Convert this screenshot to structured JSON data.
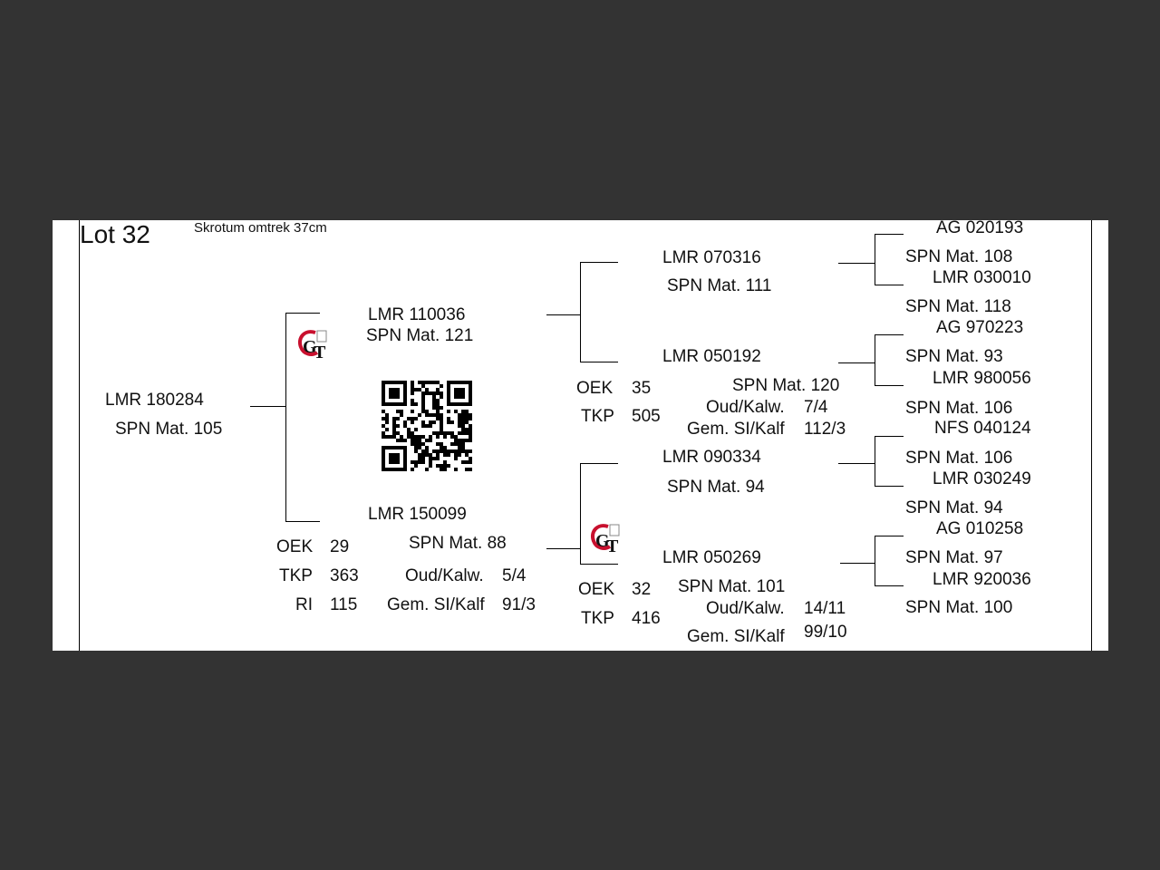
{
  "header": {
    "lot": "Lot 32",
    "scrotum": "Skrotum omtrek 37cm"
  },
  "animal": {
    "id": "LMR 180284",
    "spn": "SPN Mat. 105"
  },
  "sire": {
    "id": "LMR 110036",
    "spn": "SPN Mat. 121",
    "stats": {
      "oek_label": "OEK",
      "oek": "35",
      "tkp_label": "TKP",
      "tkp": "505",
      "spn2": "SPN Mat. 120",
      "oud_label": "Oud/Kalw.",
      "oud": "7/4",
      "gem_label": "Gem. SI/Kalf",
      "gem": "112/3"
    }
  },
  "dam": {
    "id": "LMR 150099",
    "spn": "SPN Mat. 88",
    "stats": {
      "oek_label": "OEK",
      "oek": "29",
      "tkp_label": "TKP",
      "tkp": "363",
      "ri_label": "RI",
      "ri": "115",
      "oud_label": "Oud/Kalw.",
      "oud": "5/4",
      "gem_label": "Gem. SI/Kalf",
      "gem": "91/3"
    }
  },
  "grandparents": {
    "ss": {
      "id": "LMR 070316",
      "spn": "SPN Mat. 111"
    },
    "sd": {
      "id": "LMR 050192"
    },
    "ds": {
      "id": "LMR 090334",
      "spn": "SPN Mat. 94"
    },
    "dd": {
      "id": "LMR 050269",
      "spn": "SPN Mat. 101",
      "stats": {
        "oek_label": "OEK",
        "oek": "32",
        "tkp_label": "TKP",
        "tkp": "416",
        "oud_label": "Oud/Kalw.",
        "oud": "14/11",
        "gem_label": "Gem. SI/Kalf",
        "gem": "99/10"
      }
    }
  },
  "great_grandparents": [
    {
      "top": "AG  020193",
      "mid": "SPN Mat. 108",
      "bot": "LMR 030010",
      "last": "SPN Mat. 118"
    },
    {
      "top": "AG  970223",
      "mid": "SPN Mat. 93",
      "bot": "LMR 980056",
      "last": "SPN Mat. 106"
    },
    {
      "top": "NFS 040124",
      "mid": "SPN Mat. 106",
      "bot": "LMR 030249",
      "last": "SPN Mat. 94"
    },
    {
      "top": "AG  010258",
      "mid": "SPN Mat. 97",
      "bot": "LMR 920036",
      "last": "SPN Mat. 100"
    }
  ],
  "icons": {
    "logo": "gt-logo-icon",
    "qr": "qr-code-icon"
  },
  "colors": {
    "background": "#333333",
    "card": "#ffffff",
    "logo_red": "#c8102e"
  }
}
